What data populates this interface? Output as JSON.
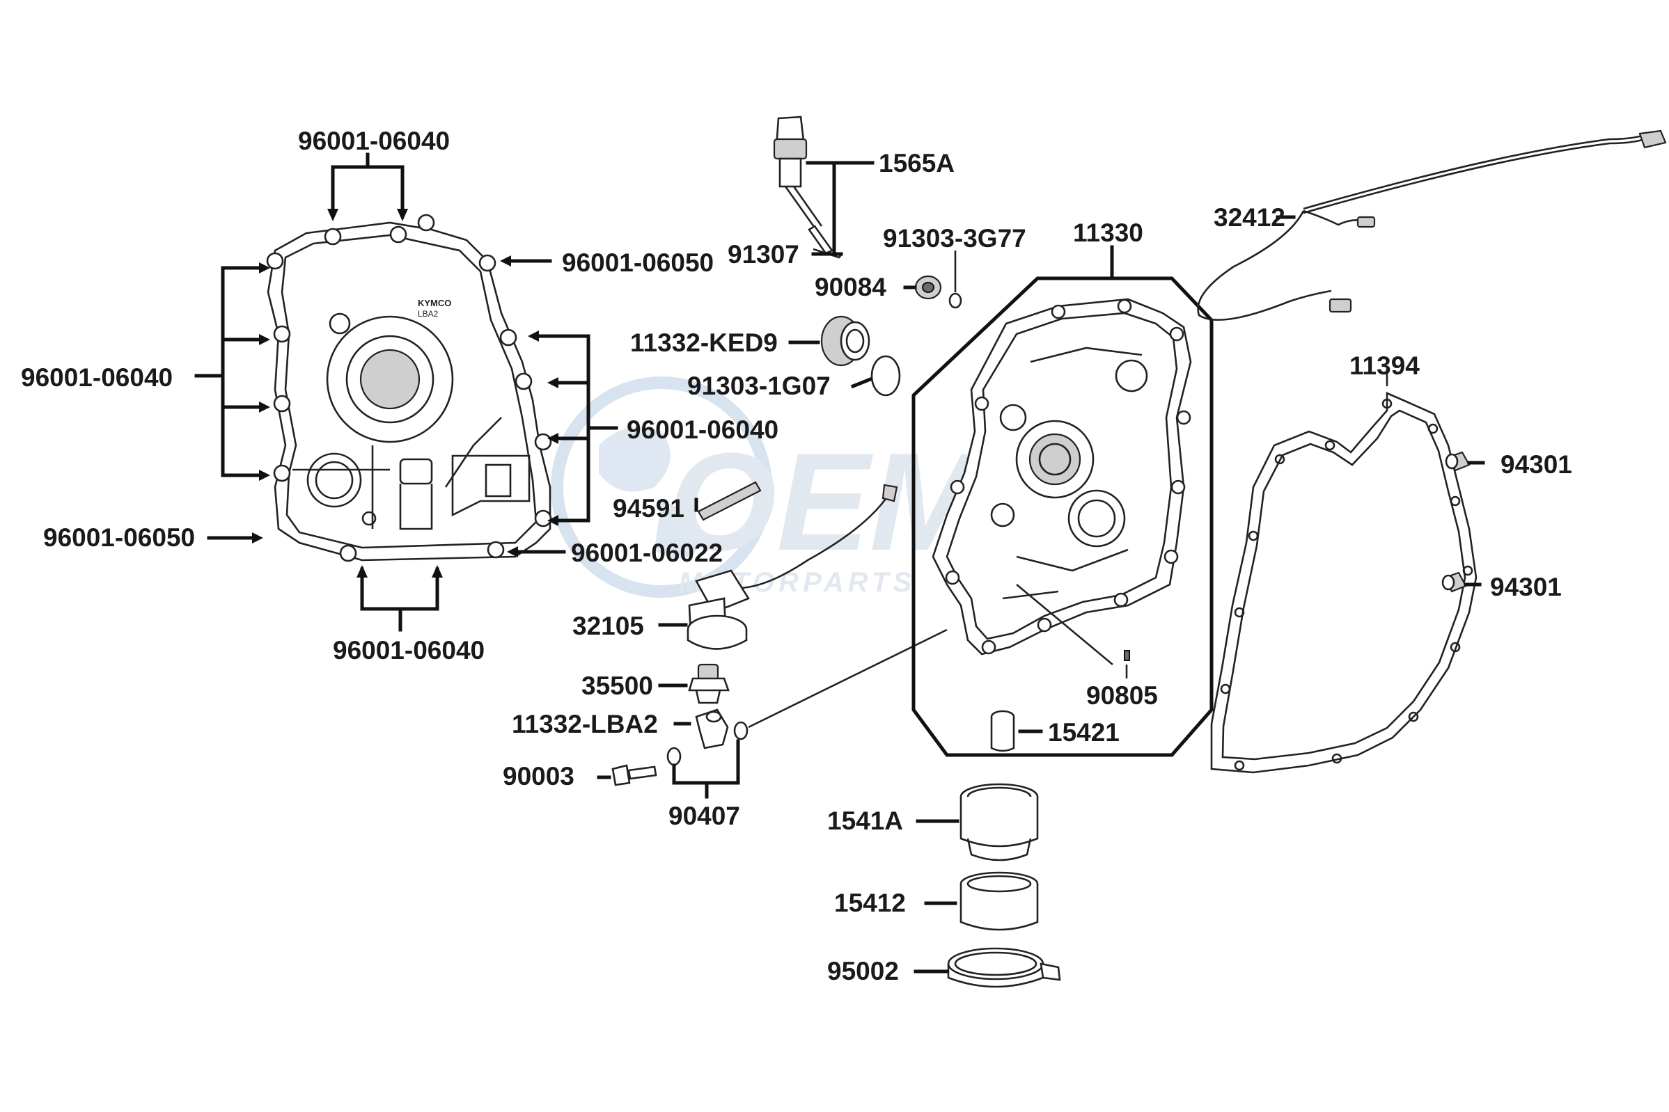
{
  "watermark": {
    "logo": "OEM",
    "sub": "MOTORPARTS",
    "color": "#9fb9d6"
  },
  "labels": {
    "l_96001_06040_top": "96001-06040",
    "l_1565A": "1565A",
    "l_91307": "91307",
    "l_91303_3G77": "91303-3G77",
    "l_11330": "11330",
    "l_32412": "32412",
    "l_96001_06050_top": "96001-06050",
    "l_90084": "90084",
    "l_11332_KED9": "11332-KED9",
    "l_91303_1G07": "91303-1G07",
    "l_11394": "11394",
    "l_96001_06040_left": "96001-06040",
    "l_96001_06040_right": "96001-06040",
    "l_94301_a": "94301",
    "l_94591": "94591",
    "l_96001_06050_left": "96001-06050",
    "l_96001_06022": "96001-06022",
    "l_94301_b": "94301",
    "l_32105": "32105",
    "l_96001_06040_bottom": "96001-06040",
    "l_35500": "35500",
    "l_90805": "90805",
    "l_11332_LBA2": "11332-LBA2",
    "l_15421": "15421",
    "l_90003": "90003",
    "l_90407": "90407",
    "l_1541A": "1541A",
    "l_15412": "15412",
    "l_95002": "95002"
  },
  "cover_text": {
    "brand": "KYMCO",
    "code": "LBA2"
  }
}
